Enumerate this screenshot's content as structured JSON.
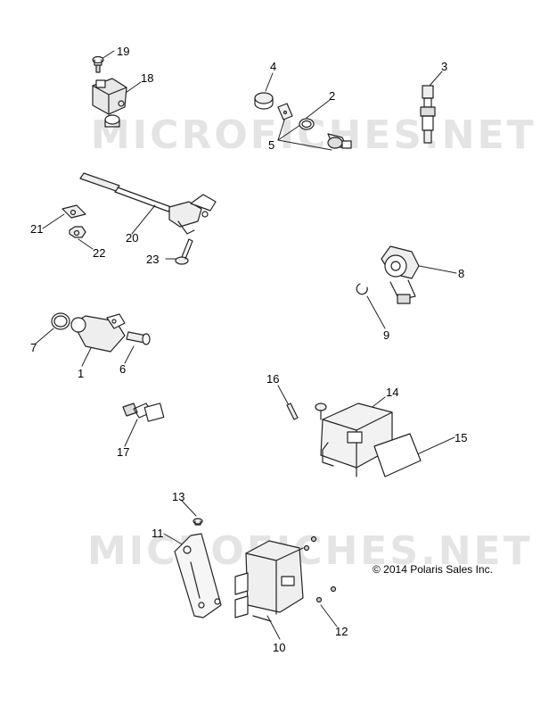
{
  "watermark": "MICROFICHES.NET",
  "copyright": "© 2014 Polaris Sales Inc.",
  "callouts": {
    "c1": "1",
    "c2": "2",
    "c3": "3",
    "c4": "4",
    "c5": "5",
    "c6": "6",
    "c7": "7",
    "c8": "8",
    "c9": "9",
    "c10": "10",
    "c11": "11",
    "c12": "12",
    "c13": "13",
    "c14": "14",
    "c15": "15",
    "c16": "16",
    "c17": "17",
    "c18": "18",
    "c19": "19",
    "c20": "20",
    "c21": "21",
    "c22": "22",
    "c23": "23"
  }
}
